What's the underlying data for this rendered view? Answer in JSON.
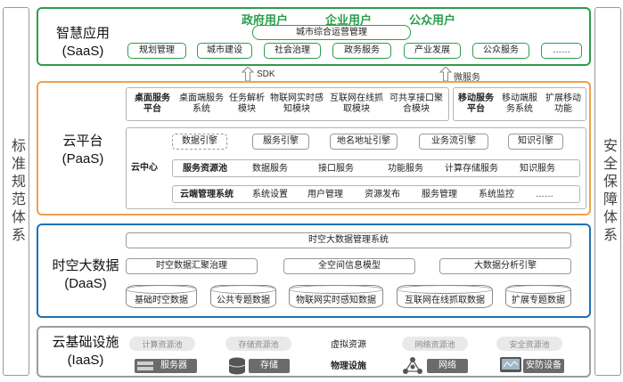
{
  "sides": {
    "left": "标准规范体系",
    "right": "安全保障体系"
  },
  "saas": {
    "name": "智慧应用",
    "code": "(SaaS)",
    "users": [
      "政府用户",
      "企业用户",
      "公众用户"
    ],
    "center": "城市综合运营管理",
    "apps": [
      "规划管理",
      "城市建设",
      "社会治理",
      "政务服务",
      "产业发展",
      "公众服务",
      "……"
    ]
  },
  "links": {
    "sdk": "SDK",
    "micro": "微服务"
  },
  "paas": {
    "name": "云平台",
    "code": "(PaaS)",
    "desktop": {
      "title": "桌面服务平台",
      "modules": [
        "桌面端服务系统",
        "任务解析模块",
        "物联网实时感知模块",
        "互联网在线抓取模块",
        "可共享接口聚合模块"
      ]
    },
    "mobile": {
      "title": "移动服务平台",
      "modules": [
        "移动端服务系统",
        "扩展移动功能"
      ]
    },
    "engines": [
      "数据引擎",
      "服务引擎",
      "地名地址引擎",
      "业务流引擎",
      "知识引擎"
    ],
    "cloud_center": "云中心",
    "service_pool": {
      "title": "服务资源池",
      "items": [
        "数据服务",
        "接口服务",
        "功能服务",
        "计算存储服务",
        "知识服务"
      ]
    },
    "cloud_mgmt": {
      "title": "云端管理系统",
      "items": [
        "系统设置",
        "用户管理",
        "资源发布",
        "服务管理",
        "系统监控",
        "……"
      ]
    }
  },
  "daas": {
    "name": "时空大数据",
    "code": "(DaaS)",
    "system": "时空大数据管理系统",
    "functions": [
      "时空数据汇聚治理",
      "全空间信息模型",
      "大数据分析引擎"
    ],
    "stores": [
      "基础时空数据",
      "公共专题数据",
      "物联网实时感知数据",
      "互联网在线抓取数据",
      "扩展专题数据"
    ]
  },
  "iaas": {
    "name": "云基础设施",
    "code": "(IaaS)",
    "pools": [
      "计算资源池",
      "存储资源池",
      "网络资源池",
      "安全资源池"
    ],
    "virtual": "虚拟资源",
    "physical": "物理设施",
    "devices": [
      "服务器",
      "存储",
      "网络",
      "安防设备"
    ]
  },
  "colors": {
    "saas": "#2c9d4c",
    "paas": "#f0a04b",
    "daas": "#1f6fb5",
    "iaas": "#9d9d9d"
  }
}
